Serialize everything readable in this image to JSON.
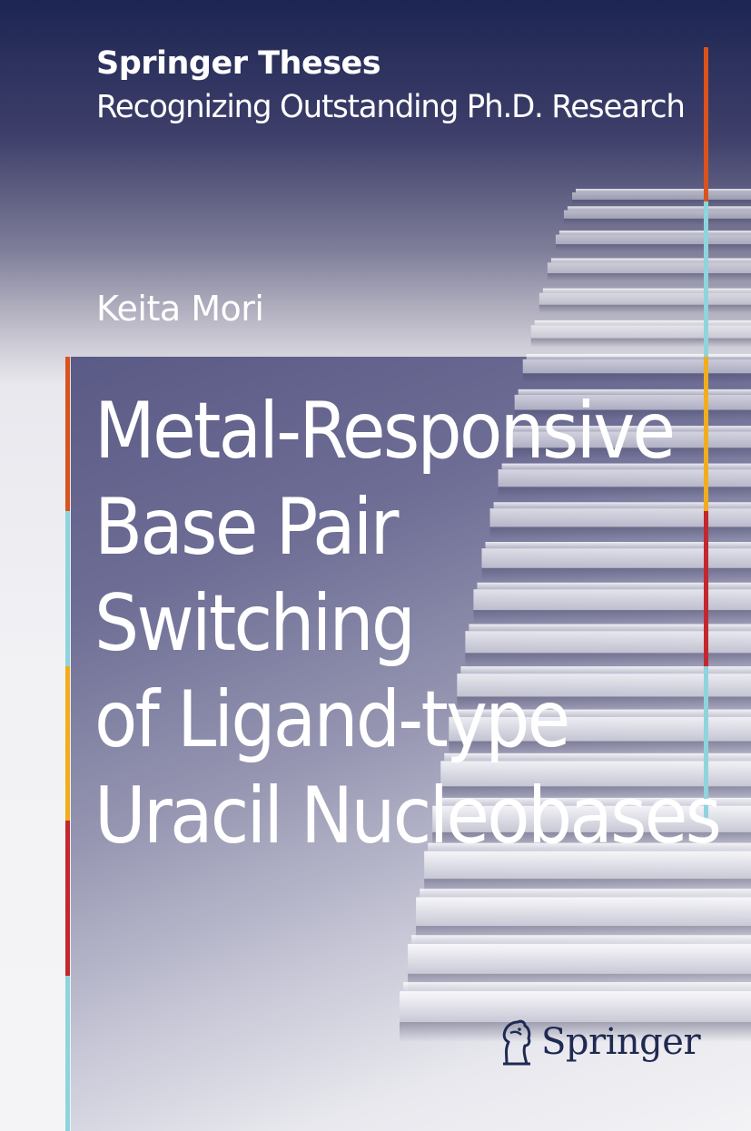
{
  "series": {
    "name": "Springer Theses",
    "subtitle": "Recognizing Outstanding Ph.D. Research"
  },
  "author": "Keita Mori",
  "title_lines": [
    "Metal-Responsive",
    "Base Pair",
    "Switching",
    "of Ligand-type",
    "Uracil Nucleobases"
  ],
  "publisher": {
    "name": "Springer",
    "logo_icon": "horse-head-icon"
  },
  "accent_colors": [
    "#d9531e",
    "#8fd4dc",
    "#f0ae1e",
    "#c2282e",
    "#8fd4dc"
  ]
}
